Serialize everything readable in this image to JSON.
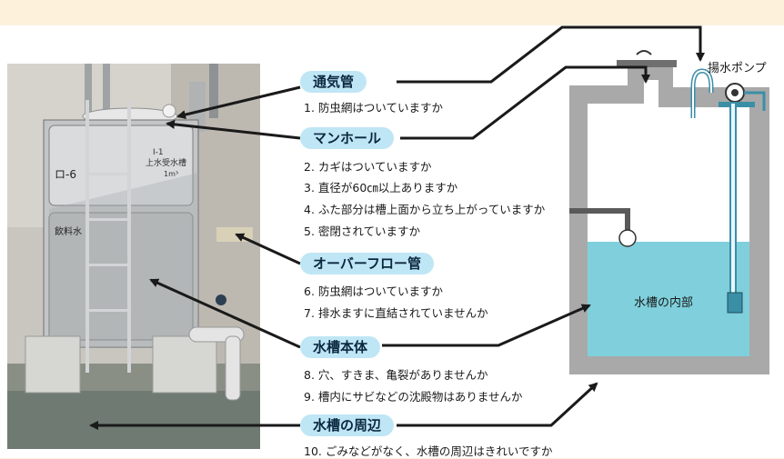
{
  "labels": {
    "vent": "通気管",
    "manhole": "マンホール",
    "overflow": "オーバーフロー管",
    "body": "水槽本体",
    "surround": "水槽の周辺"
  },
  "items": {
    "i1": "1. 防虫網はついていますか",
    "i2": "2. カギはついていますか",
    "i3": "3. 直径が60㎝以上ありますか",
    "i4": "4. ふた部分は槽上面から立ち上がっていますか",
    "i5": "5. 密閉されていますか",
    "i6": "6. 防虫網はついていますか",
    "i7": "7. 排水ますに直結されていませんか",
    "i8": "8. 穴、すきま、亀裂がありませんか",
    "i9": "9. 槽内にサビなどの沈殿物はありませんか",
    "i10": "10. ごみなどがなく、水槽の周辺はきれいですか"
  },
  "diagram": {
    "pump": "揚水ポンプ",
    "inner": "水槽の内部"
  },
  "photo": {
    "plate_line1": "I-1",
    "plate_line2": "上水受水槽",
    "plate_line3": "1m³",
    "side_mark": "ロ-6",
    "front_mark": "飲料水"
  },
  "colors": {
    "pill": "#bfe6f5",
    "water": "#7fd0dc",
    "tank_wall": "#aaaaaa",
    "arrow": "#1a1a1a"
  }
}
